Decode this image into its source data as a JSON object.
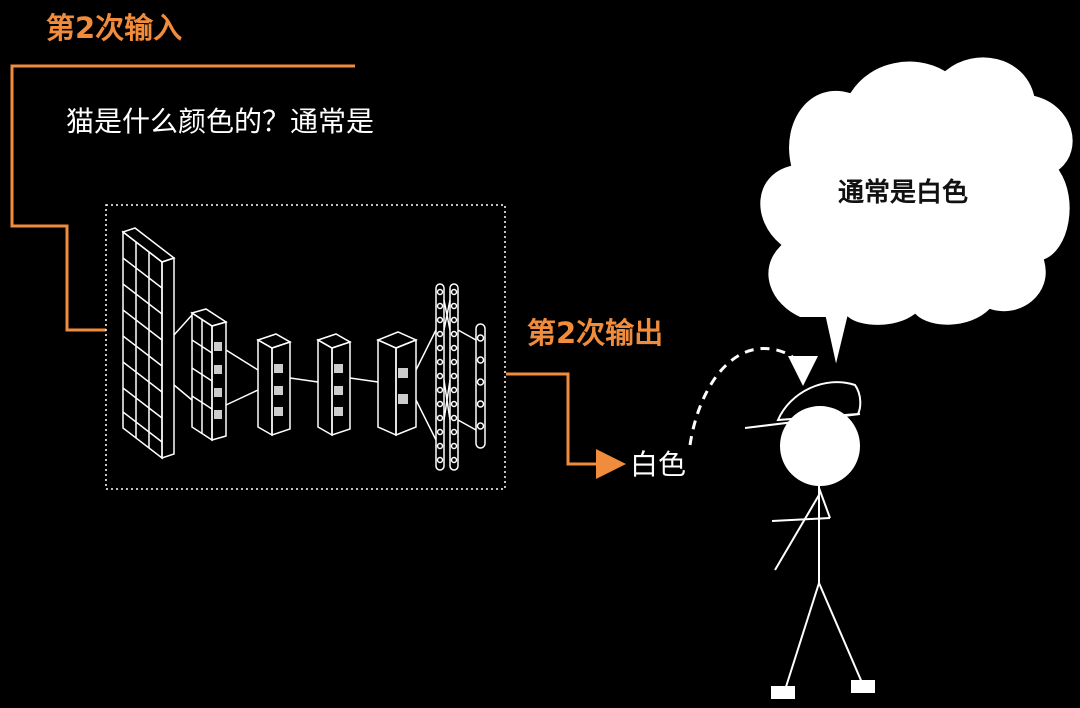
{
  "input_label": "第2次输入",
  "question": "猫是什么颜色的？通常是",
  "output_label": "第2次输出",
  "answer": "白色",
  "thought": "通常是白色",
  "colors": {
    "accent": "#F08C3C",
    "background": "#000000",
    "foreground": "#FFFFFF"
  }
}
